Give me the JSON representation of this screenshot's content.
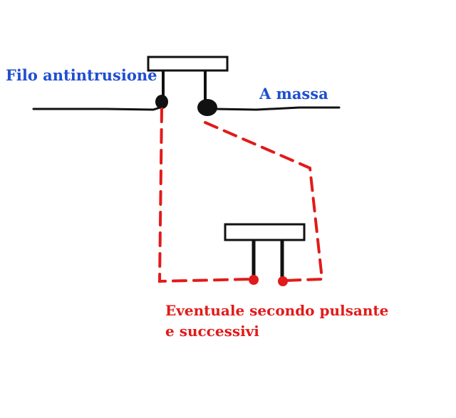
{
  "labels": {
    "wire": "Filo antintrusione",
    "ground": "A massa",
    "second_button_line1": "Eventuale secondo pulsante",
    "second_button_line2": "e successivi"
  },
  "colors": {
    "ink": "#111111",
    "label_blue": "#1f4fd1",
    "dashed_red": "#e21a1a"
  }
}
